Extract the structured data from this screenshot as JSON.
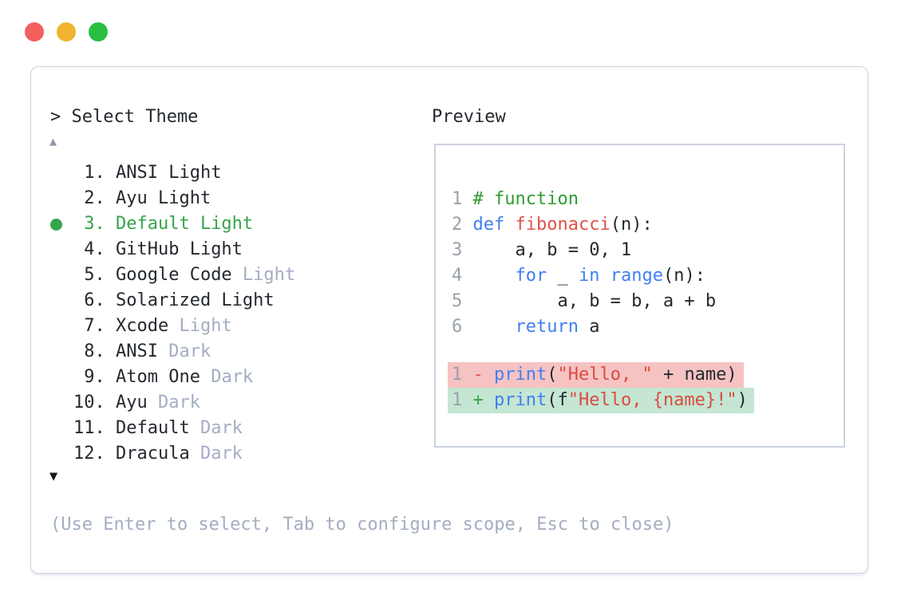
{
  "window": {
    "controls": {
      "close": "close",
      "minimize": "minimize",
      "zoom": "zoom"
    }
  },
  "colors": {
    "text": "#24292f",
    "muted": "#a3adc2",
    "border": "#ccd3df",
    "selected_green": "#34a44a",
    "comment_green": "#2e9c31",
    "keyword_blue": "#407ff2",
    "function_red": "#e0524a",
    "string_red": "#da4b42",
    "line_number_gray": "#99a1ab",
    "diff_removed_bg": "#f6c3c3",
    "diff_added_bg": "#c4e6d2",
    "traffic_red": "#f2605e",
    "traffic_yellow": "#f0b42f",
    "traffic_green": "#2abe41"
  },
  "theme_selector": {
    "prompt": "> Select Theme",
    "scroll_up_icon": "▲",
    "scroll_down_icon": "▼",
    "items": [
      {
        "number": "1",
        "name": "ANSI Light",
        "suffix": "",
        "selected": false
      },
      {
        "number": "2",
        "name": "Ayu Light",
        "suffix": "",
        "selected": false
      },
      {
        "number": "3",
        "name": "Default Light",
        "suffix": "",
        "selected": true
      },
      {
        "number": "4",
        "name": "GitHub Light",
        "suffix": "",
        "selected": false
      },
      {
        "number": "5",
        "name": "Google Code",
        "suffix": "Light",
        "selected": false
      },
      {
        "number": "6",
        "name": "Solarized Light",
        "suffix": "",
        "selected": false
      },
      {
        "number": "7",
        "name": "Xcode",
        "suffix": "Light",
        "selected": false
      },
      {
        "number": "8",
        "name": "ANSI",
        "suffix": "Dark",
        "selected": false
      },
      {
        "number": "9",
        "name": "Atom One",
        "suffix": "Dark",
        "selected": false
      },
      {
        "number": "10",
        "name": "Ayu",
        "suffix": "Dark",
        "selected": false
      },
      {
        "number": "11",
        "name": "Default",
        "suffix": "Dark",
        "selected": false
      },
      {
        "number": "12",
        "name": "Dracula",
        "suffix": "Dark",
        "selected": false
      }
    ],
    "help_text": "(Use Enter to select, Tab to configure scope, Esc to close)"
  },
  "preview": {
    "label": "Preview",
    "code_lines": [
      {
        "number": "1",
        "segments": [
          {
            "text": "# function",
            "type": "comment"
          }
        ]
      },
      {
        "number": "2",
        "segments": [
          {
            "text": "def",
            "type": "keyword"
          },
          {
            "text": " ",
            "type": "plain"
          },
          {
            "text": "fibonacci",
            "type": "function"
          },
          {
            "text": "(n):",
            "type": "plain"
          }
        ]
      },
      {
        "number": "3",
        "segments": [
          {
            "text": "    a, b = 0, 1",
            "type": "plain"
          }
        ]
      },
      {
        "number": "4",
        "segments": [
          {
            "text": "    ",
            "type": "plain"
          },
          {
            "text": "for",
            "type": "keyword"
          },
          {
            "text": " _ ",
            "type": "plain"
          },
          {
            "text": "in",
            "type": "keyword"
          },
          {
            "text": " ",
            "type": "plain"
          },
          {
            "text": "range",
            "type": "keyword"
          },
          {
            "text": "(n):",
            "type": "plain"
          }
        ]
      },
      {
        "number": "5",
        "segments": [
          {
            "text": "        a, b = b, a + b",
            "type": "plain"
          }
        ]
      },
      {
        "number": "6",
        "segments": [
          {
            "text": "    ",
            "type": "plain"
          },
          {
            "text": "return",
            "type": "keyword"
          },
          {
            "text": " a",
            "type": "plain"
          }
        ]
      }
    ],
    "diff_lines": [
      {
        "number": "1",
        "sign": "-",
        "bg": "removed",
        "segments": [
          {
            "text": "print",
            "type": "keyword"
          },
          {
            "text": "(",
            "type": "plain"
          },
          {
            "text": "\"Hello, \"",
            "type": "string"
          },
          {
            "text": " + name)",
            "type": "plain"
          }
        ]
      },
      {
        "number": "1",
        "sign": "+",
        "bg": "added",
        "segments": [
          {
            "text": "print",
            "type": "keyword"
          },
          {
            "text": "(f",
            "type": "plain"
          },
          {
            "text": "\"Hello, {name}!\"",
            "type": "string"
          },
          {
            "text": ")",
            "type": "plain"
          }
        ]
      }
    ]
  }
}
